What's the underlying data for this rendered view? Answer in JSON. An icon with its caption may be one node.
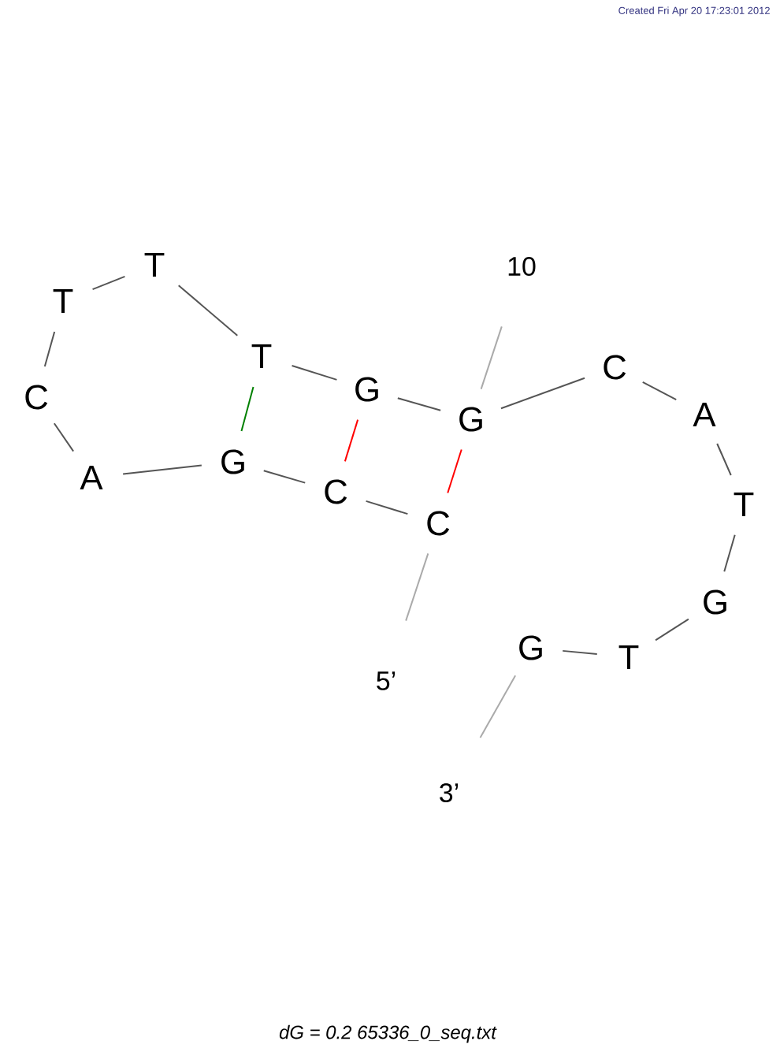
{
  "diagram": {
    "caption": "dG = 0.2 65336_0_seq.txt",
    "nodes": [
      {
        "text": [
          "C"
        ]
      },
      {
        "text": [
          "C"
        ]
      },
      {
        "text": [
          "G"
        ]
      },
      {
        "text": [
          "A"
        ]
      },
      {
        "text": [
          "C"
        ]
      },
      {
        "text": [
          "T"
        ]
      },
      {
        "text": [
          "T"
        ]
      },
      {
        "text": [
          "T"
        ]
      },
      {
        "text": [
          "G"
        ]
      },
      {
        "text": [
          "G"
        ]
      },
      {
        "text": [
          "C"
        ]
      },
      {
        "text": [
          "A"
        ]
      },
      {
        "text": [
          "T"
        ]
      },
      {
        "text": [
          "G"
        ]
      },
      {
        "text": [
          "T"
        ]
      },
      {
        "text": [
          "G"
        ]
      },
      {
        "text": [
          "10"
        ]
      },
      {
        "text": [
          "5’"
        ]
      },
      {
        "text": [
          "3’"
        ]
      }
    ],
    "edges": [
      {
        "from": 0,
        "to": 1,
        "arrow": "none"
      },
      {
        "from": 1,
        "to": 2,
        "arrow": "none"
      },
      {
        "from": 2,
        "to": 3,
        "arrow": "none"
      },
      {
        "from": 3,
        "to": 4,
        "arrow": "none"
      },
      {
        "from": 4,
        "to": 5,
        "arrow": "none"
      },
      {
        "from": 5,
        "to": 6,
        "arrow": "none"
      },
      {
        "from": 6,
        "to": 7,
        "arrow": "none"
      },
      {
        "from": 7,
        "to": 8,
        "arrow": "none"
      },
      {
        "from": 8,
        "to": 9,
        "arrow": "none"
      },
      {
        "from": 9,
        "to": 10,
        "arrow": "none"
      },
      {
        "from": 10,
        "to": 11,
        "arrow": "none"
      },
      {
        "from": 11,
        "to": 12,
        "arrow": "none"
      },
      {
        "from": 12,
        "to": 13,
        "arrow": "none"
      },
      {
        "from": 13,
        "to": 14,
        "arrow": "none"
      },
      {
        "from": 14,
        "to": 15,
        "arrow": "none"
      },
      {
        "from": 2,
        "to": 7,
        "arrow": "none",
        "color": "#008000"
      },
      {
        "from": 1,
        "to": 8,
        "arrow": "none",
        "color": "#ff0000"
      },
      {
        "from": 0,
        "to": 9,
        "arrow": "none",
        "color": "#ff0000"
      },
      {
        "from": 16,
        "to": 9,
        "arrow": "none",
        "color": "#aaaaaa"
      },
      {
        "from": 17,
        "to": 0,
        "arrow": "none",
        "color": "#aaaaaa"
      },
      {
        "from": 18,
        "to": 15,
        "arrow": "none",
        "color": "#aaaaaa"
      }
    ],
    "labels": [
      "Created Fri Apr 20 17:23:01 2012"
    ]
  }
}
